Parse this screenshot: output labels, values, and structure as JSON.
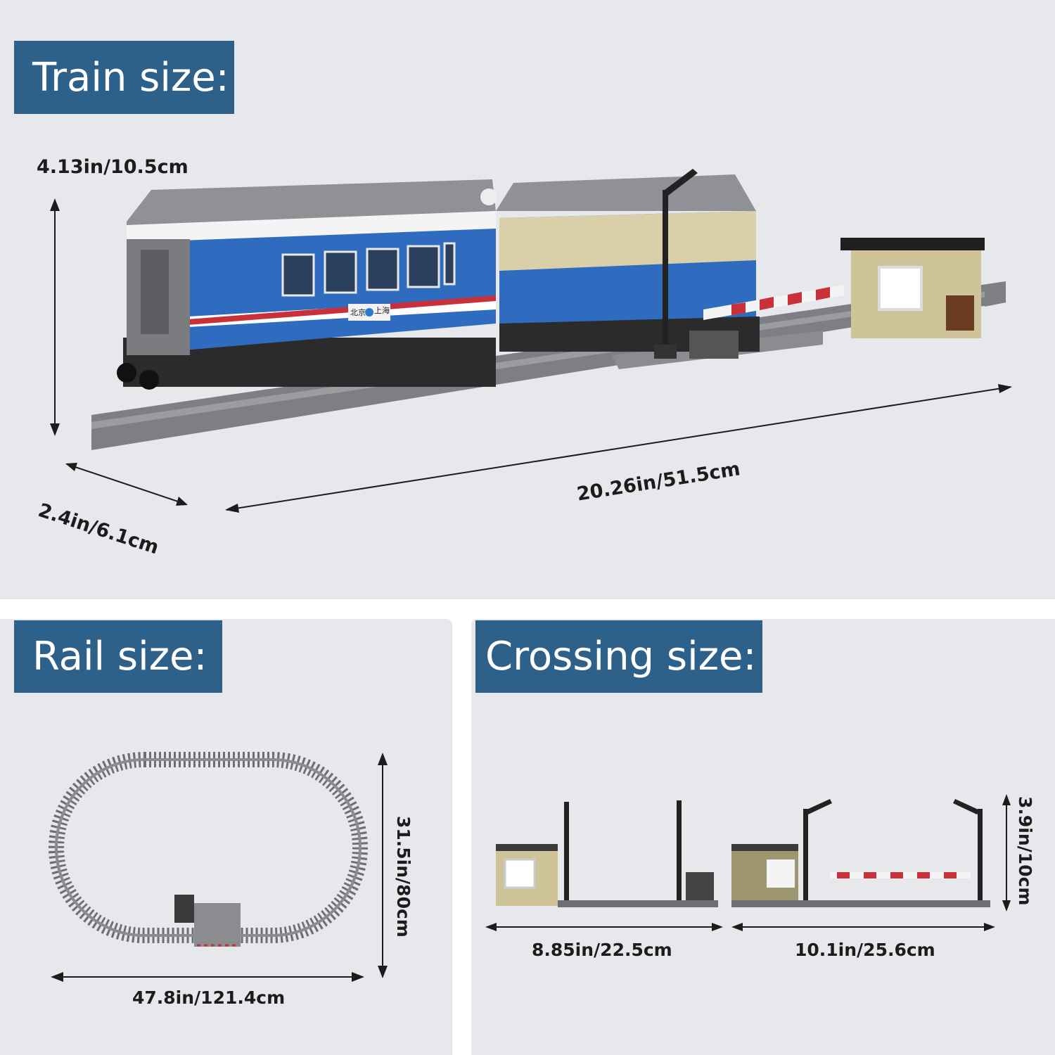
{
  "sections": {
    "train": {
      "title": "Train size:",
      "height": "4.13in/10.5cm",
      "depth": "2.4in/6.1cm",
      "length": "20.26in/51.5cm",
      "sign": {
        "from": "北京",
        "to": "上海"
      }
    },
    "rail": {
      "title": "Rail size:",
      "height": "31.5in/80cm",
      "width": "47.8in/121.4cm"
    },
    "crossing": {
      "title": "Crossing size:",
      "width_a": "8.85in/22.5cm",
      "width_b": "10.1in/25.6cm",
      "height": "3.9in/10cm"
    }
  },
  "colors": {
    "title_bg": "#2e6189",
    "panel_bg": "#e6e8ec",
    "train_blue": "#2f6cc0",
    "loco_tan": "#d9cfa8"
  }
}
